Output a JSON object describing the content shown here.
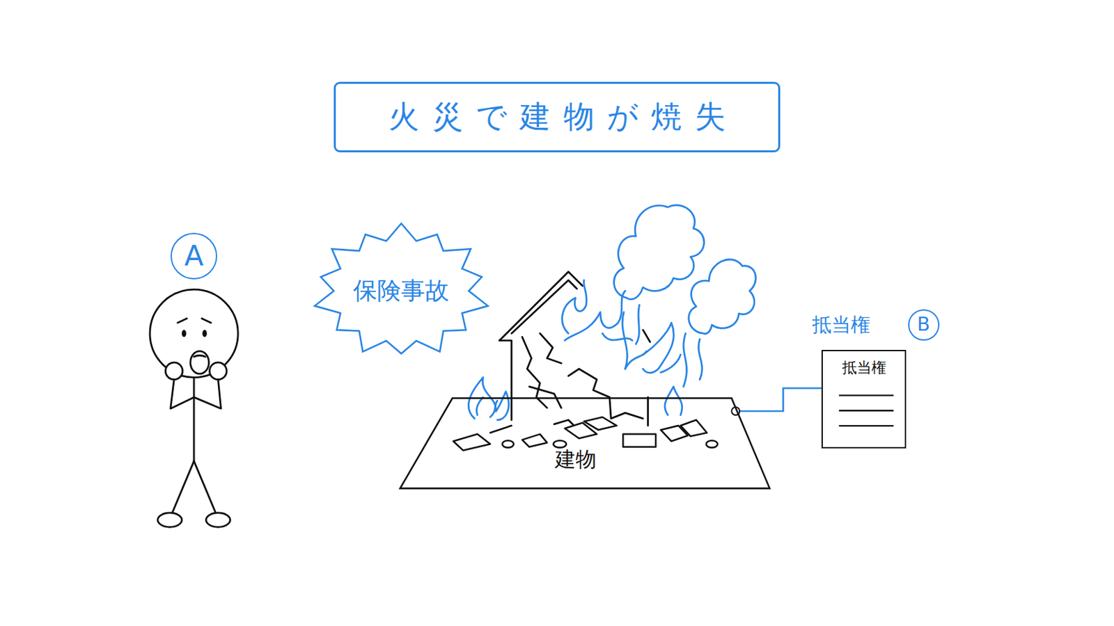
{
  "diagram": {
    "title": "火災で建物が焼失",
    "nodes": [
      {
        "text": [
          "A"
        ]
      },
      {
        "text": [
          "保険事故"
        ]
      },
      {
        "text": [
          "建物"
        ]
      },
      {
        "text": [
          "抵当権",
          "抵当権"
        ]
      },
      {
        "text": [
          "B"
        ]
      }
    ],
    "edges": [
      {
        "from": 2,
        "to": 3,
        "arrow": "none"
      }
    ]
  }
}
